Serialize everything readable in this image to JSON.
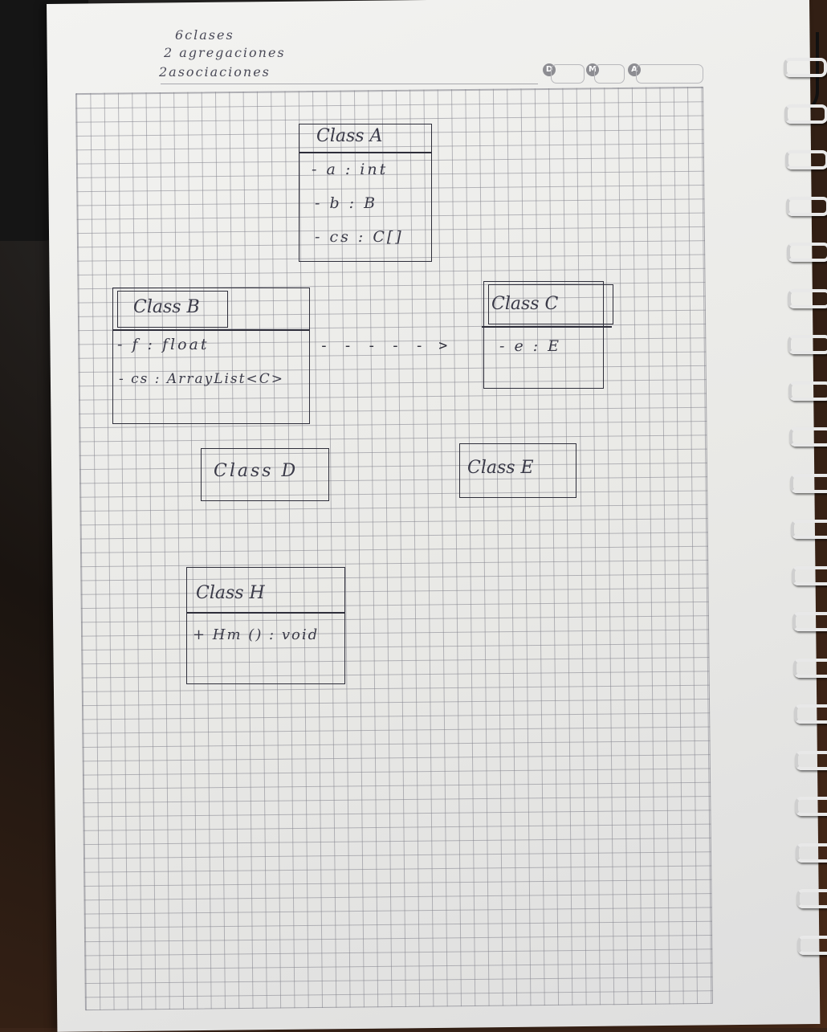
{
  "notes": [
    "6clases",
    "2 agregaciones",
    "2asociaciones"
  ],
  "header_marks": {
    "d": "D",
    "m": "M",
    "a": "A"
  },
  "classes": {
    "a": {
      "title": "Class A",
      "attrs": [
        "- a : int",
        "- b : B",
        "- cs : C[]"
      ]
    },
    "b": {
      "title": "Class B",
      "attrs": [
        "- f : float",
        "- cs : ArrayList<C>"
      ]
    },
    "c": {
      "title": "Class C",
      "attrs": [
        "- e : E"
      ]
    },
    "d": {
      "title": "Class D"
    },
    "e": {
      "title": "Class E"
    },
    "h": {
      "title": "Class H",
      "methods": [
        "+ Hm () : void"
      ]
    }
  },
  "dependency_arrow": "- - - - - >",
  "colors": {
    "ink": "#2e2e3a",
    "grid": "#82828c",
    "paper": "#eeeeec"
  }
}
